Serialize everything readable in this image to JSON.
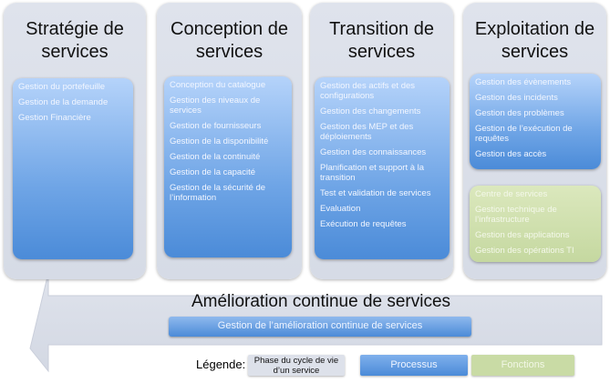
{
  "phases": [
    {
      "title": "Stratégie de services",
      "processes": [
        "Gestion du portefeuille",
        "Gestion de la demande",
        "Gestion Financière"
      ]
    },
    {
      "title": "Conception de services",
      "processes": [
        "Conception du catalogue",
        "Gestion des niveaux de services",
        "Gestion de fournisseurs",
        "Gestion de la disponibilité",
        "Gestion de la continuité",
        "Gestion de la capacité",
        "Gestion de la sécurité de l’information"
      ]
    },
    {
      "title": "Transition de services",
      "processes": [
        "Gestion des actifs et des configurations",
        "Gestion des changements",
        "Gestion des MEP et des déploiements",
        "Gestion des connaissances",
        "Planification et support à la transition",
        "Test et validation de services",
        "Evaluation",
        "Exécution de requêtes"
      ]
    },
    {
      "title": "Exploitation de services",
      "processes": [
        "Gestion des évènements",
        "Gestion des incidents",
        "Gestion des problèmes",
        "Gestion de l’exécution de requêtes",
        "Gestion des accès"
      ],
      "functions": [
        "Centre de services",
        "Gestion technique de l’infrastructure",
        "Gestion des applications",
        "Gestion des opérations TI"
      ]
    }
  ],
  "continual": {
    "title": "Amélioration continue de services",
    "process": "Gestion de l’amélioration continue de services"
  },
  "legend": {
    "label": "Légende:",
    "phase": "Phase du cycle de vie d’un service",
    "process": "Processus",
    "function": "Fonctions"
  },
  "colors": {
    "phase": "#dde1ea",
    "process": "#6fa5e6",
    "function": "#c9dba5"
  }
}
